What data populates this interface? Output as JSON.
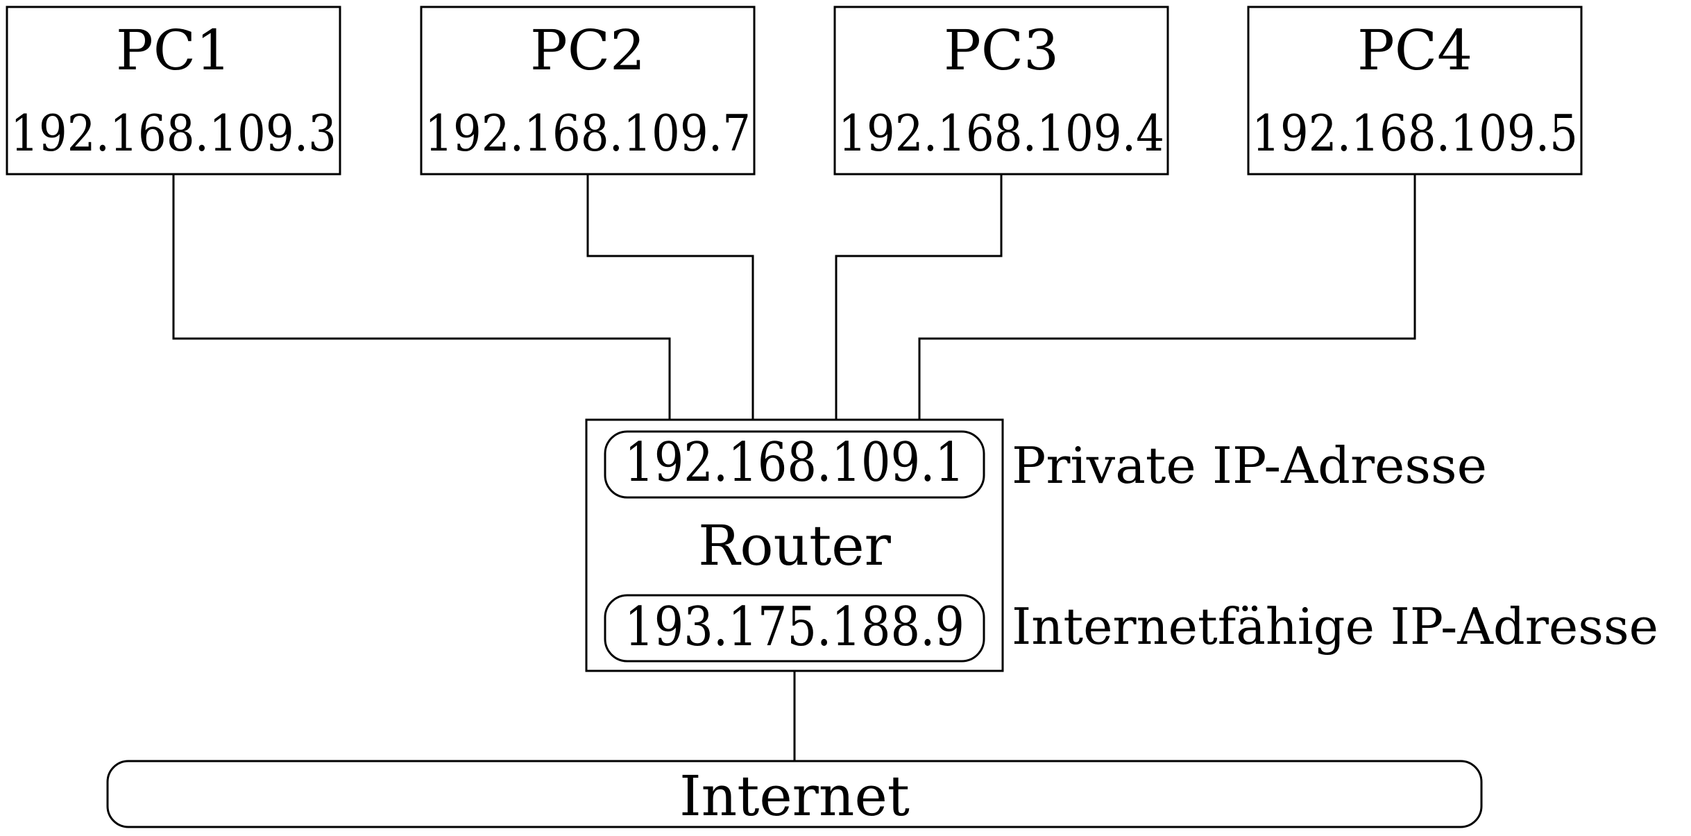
{
  "pcs": [
    {
      "name": "PC1",
      "ip": "192.168.109.3"
    },
    {
      "name": "PC2",
      "ip": "192.168.109.7"
    },
    {
      "name": "PC3",
      "ip": "192.168.109.4"
    },
    {
      "name": "PC4",
      "ip": "192.168.109.5"
    }
  ],
  "router": {
    "name": "Router",
    "private_ip": "192.168.109.1",
    "public_ip": "193.175.188.9"
  },
  "labels": {
    "private": "Private IP-Adresse",
    "public": "Internetfähige IP-Adresse"
  },
  "internet": {
    "label": "Internet"
  },
  "colors": {
    "stroke": "#000000",
    "background": "#ffffff"
  }
}
